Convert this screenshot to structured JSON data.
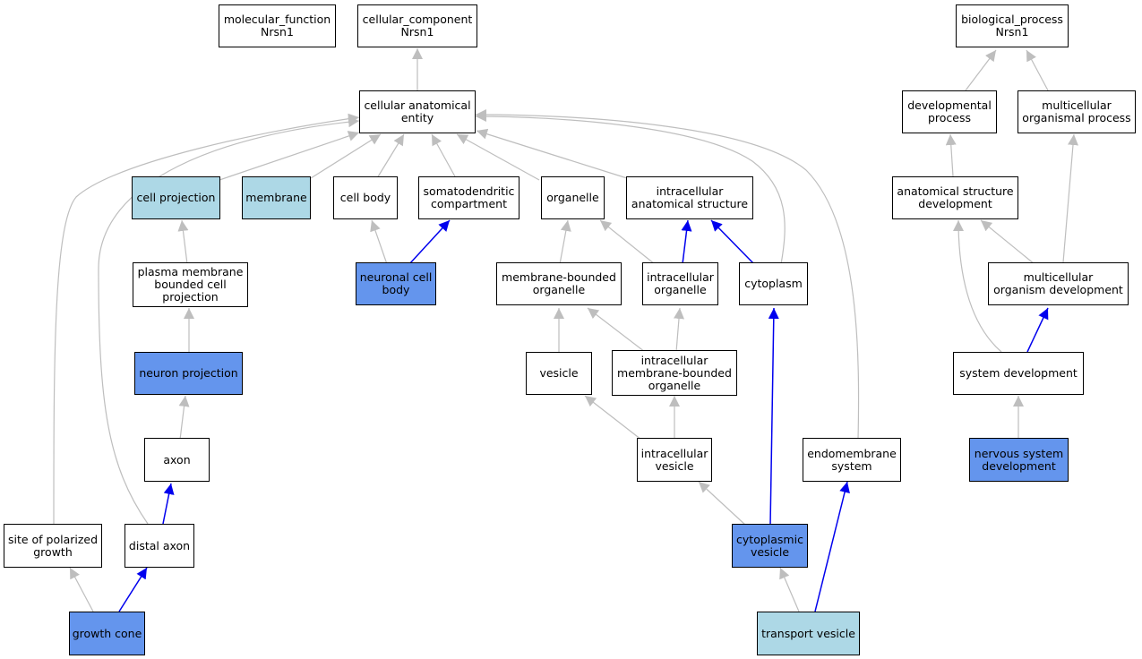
{
  "colors": {
    "light_highlight": "#add8e6",
    "blue_highlight": "#6495ed",
    "gray_edge": "#bebebe",
    "blue_edge": "#0000ee"
  },
  "nodes": {
    "mf": "molecular_function\nNrsn1",
    "cc": "cellular_component\nNrsn1",
    "bp": "biological_process\nNrsn1",
    "cae": "cellular anatomical\nentity",
    "dev_proc": "developmental\nprocess",
    "multi_proc": "multicellular\norganismal process",
    "cell_proj": "cell projection",
    "membrane": "membrane",
    "cell_body": "cell body",
    "somato": "somatodendritic\ncompartment",
    "organelle": "organelle",
    "ias": "intracellular\nanatomical structure",
    "asd": "anatomical structure\ndevelopment",
    "pmbcp": "plasma membrane\nbounded cell\nprojection",
    "ncb": "neuronal cell\nbody",
    "mbo": "membrane-bounded\norganelle",
    "io": "intracellular\norganelle",
    "cytoplasm": "cytoplasm",
    "mod": "multicellular\norganism development",
    "np": "neuron projection",
    "vesicle": "vesicle",
    "imbo": "intracellular\nmembrane-bounded\norganelle",
    "sysdev": "system development",
    "axon": "axon",
    "iv": "intracellular\nvesicle",
    "endo": "endomembrane\nsystem",
    "nsd": "nervous system\ndevelopment",
    "spg": "site of polarized\ngrowth",
    "distal": "distal axon",
    "cv": "cytoplasmic\nvesicle",
    "gc": "growth cone",
    "tv": "transport vesicle"
  }
}
